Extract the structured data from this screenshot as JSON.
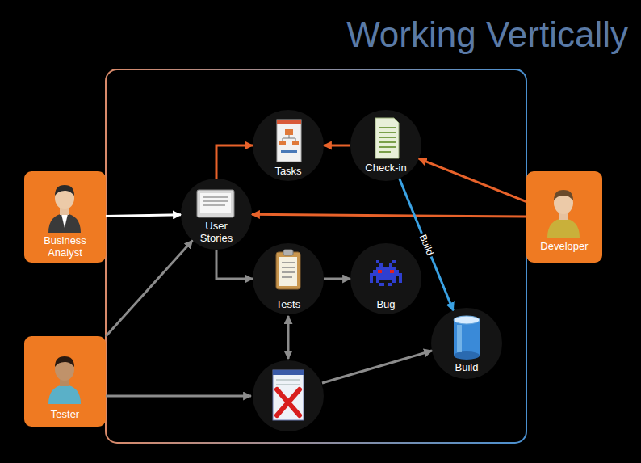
{
  "diagram": {
    "title": "Working Vertically",
    "nodes": [
      {
        "text": [
          "Tasks"
        ]
      },
      {
        "text": [
          "Check-in"
        ]
      },
      {
        "text": [
          "Business Analyst"
        ]
      },
      {
        "text": [
          "User Stories"
        ]
      },
      {
        "text": [
          "Developer"
        ]
      },
      {
        "text": [
          "Tests"
        ]
      },
      {
        "text": [
          "Bug"
        ]
      },
      {
        "text": [
          "Build"
        ]
      },
      {
        "text": [
          "Tester"
        ]
      }
    ],
    "edges": [
      {
        "from": 2,
        "to": 3,
        "arrow": "to"
      },
      {
        "from": 3,
        "to": 0,
        "arrow": "to"
      },
      {
        "from": 1,
        "to": 0,
        "arrow": "to"
      },
      {
        "from": 4,
        "to": 1,
        "arrow": "to"
      },
      {
        "from": 4,
        "to": 3,
        "arrow": "to"
      },
      {
        "from": 1,
        "to": 7,
        "label": "Build",
        "arrow": "to"
      },
      {
        "from": 3,
        "to": 5,
        "arrow": "to"
      },
      {
        "from": 5,
        "to": 6,
        "arrow": "to"
      },
      {
        "from": 8,
        "to": 3,
        "arrow": "to"
      }
    ]
  }
}
